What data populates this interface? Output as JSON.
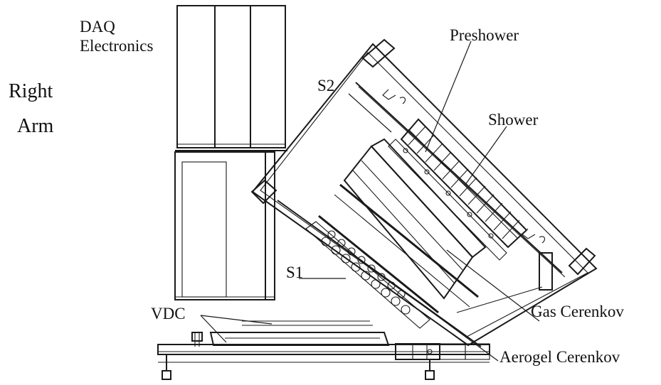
{
  "labels": {
    "daq_line1": "DAQ",
    "daq_line2": "Electronics",
    "arm_line1": "Right",
    "arm_line2": "Arm",
    "preshower": "Preshower",
    "s2": "S2",
    "shower": "Shower",
    "s1": "S1",
    "vdc": "VDC",
    "gas_cerenkov": "Gas Cerenkov",
    "aerogel_cerenkov": "Aerogel Cerenkov"
  },
  "colors": {
    "line": "#1a1a1a",
    "background": "#ffffff"
  }
}
